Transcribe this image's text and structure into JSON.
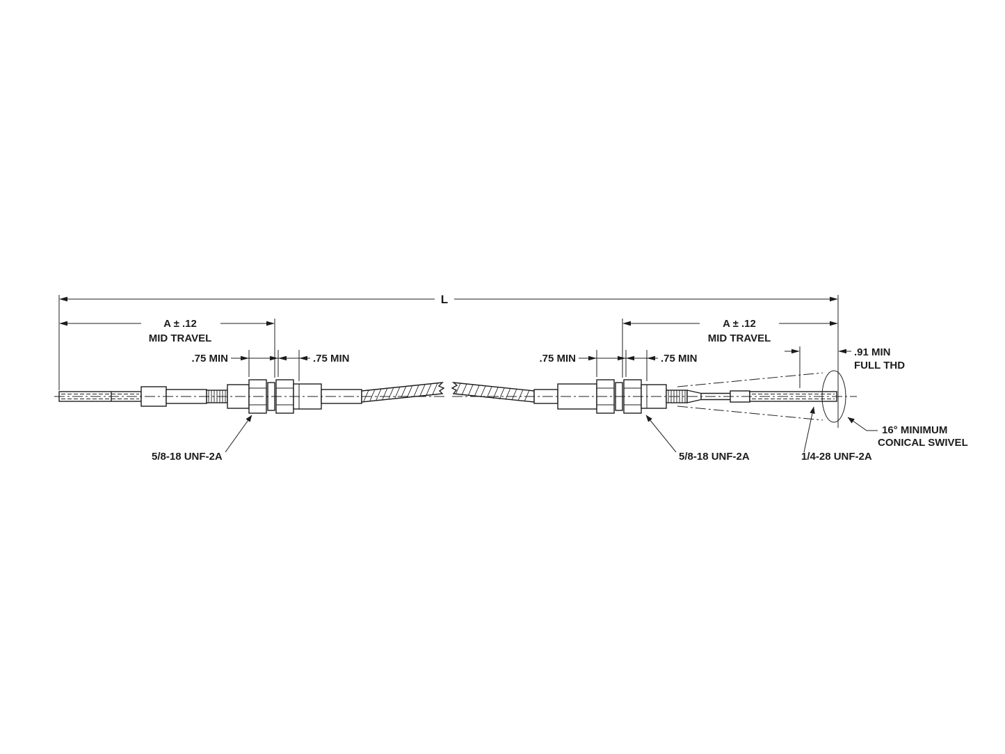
{
  "drawing": {
    "colors": {
      "line": "#1c1c1c",
      "background": "#ffffff"
    },
    "dims": {
      "overall_length": {
        "label": "L"
      },
      "mid_travel_left": {
        "value": "A ± .12",
        "caption": "MID TRAVEL"
      },
      "mid_travel_right": {
        "value": "A ± .12",
        "caption": "MID TRAVEL"
      },
      "thread_min_left_a": ".75 MIN",
      "thread_min_left_b": ".75 MIN",
      "thread_min_right_a": ".75 MIN",
      "thread_min_right_b": ".75 MIN",
      "full_thread": {
        "value": ".91 MIN",
        "caption": "FULL THD"
      }
    },
    "callouts": {
      "thread_spec_left": "5/8-18 UNF-2A",
      "thread_spec_right": "5/8-18 UNF-2A",
      "end_thread_spec": "1/4-28 UNF-2A",
      "swivel_line1": "16° MINIMUM",
      "swivel_line2": "CONICAL SWIVEL"
    }
  }
}
